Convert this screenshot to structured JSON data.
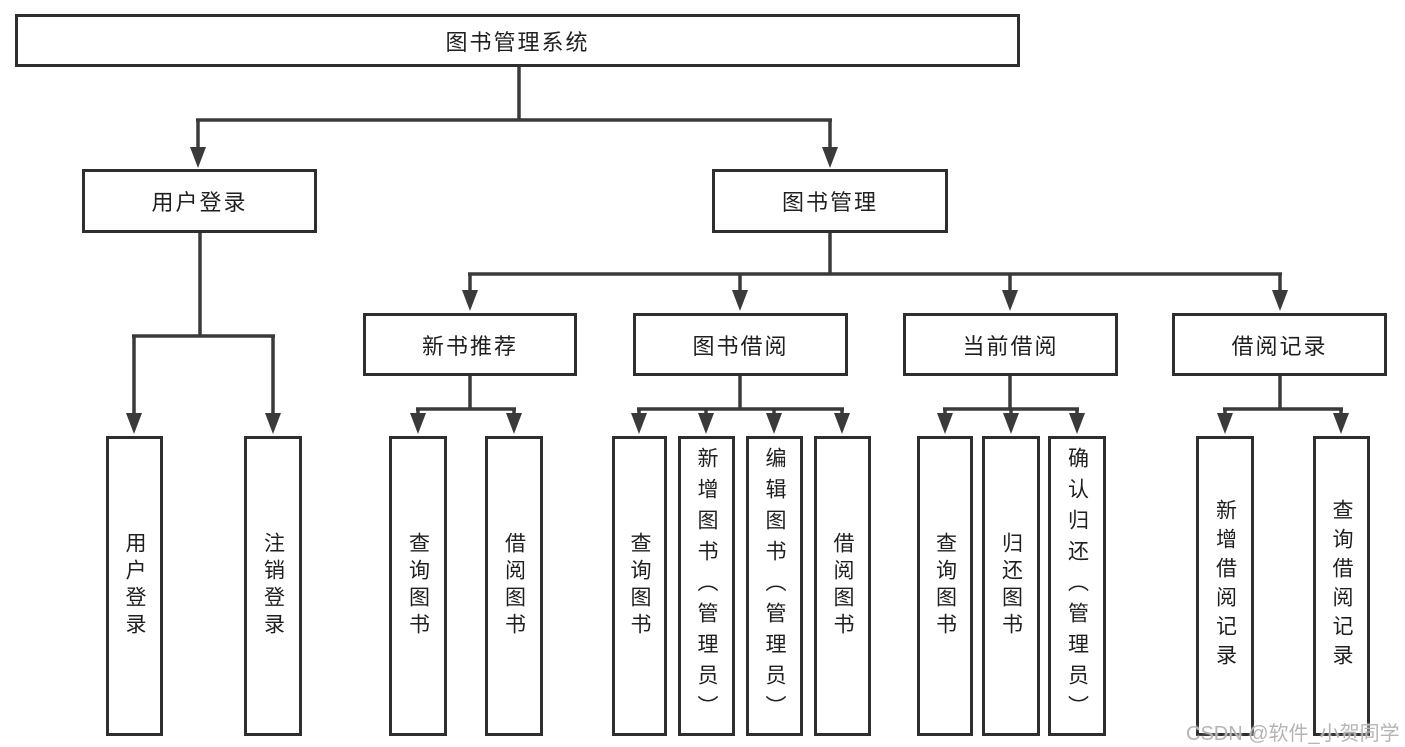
{
  "colors": {
    "background": "#ffffff",
    "box_border": "#2e2e2e",
    "connector_line": "#3a3a3a",
    "text": "#1f1f1f",
    "watermark_text": "#b5b5b5"
  },
  "watermark": {
    "label": "CSDN @软件_小贺同学"
  },
  "tree": {
    "root": {
      "label": "图书管理系统",
      "children": [
        {
          "label": "用户登录",
          "children": [
            {
              "label": "用户登录"
            },
            {
              "label": "注销登录"
            }
          ]
        },
        {
          "label": "图书管理",
          "children": [
            {
              "label": "新书推荐",
              "children": [
                {
                  "label": "查询图书"
                },
                {
                  "label": "借阅图书"
                }
              ]
            },
            {
              "label": "图书借阅",
              "children": [
                {
                  "label": "查询图书"
                },
                {
                  "label": "新增图书（管理员）"
                },
                {
                  "label": "编辑图书（管理员）"
                },
                {
                  "label": "借阅图书"
                }
              ]
            },
            {
              "label": "当前借阅",
              "children": [
                {
                  "label": "查询图书"
                },
                {
                  "label": "归还图书"
                },
                {
                  "label": "确认归还（管理员）"
                }
              ]
            },
            {
              "label": "借阅记录",
              "children": [
                {
                  "label": "新增借阅记录"
                },
                {
                  "label": "查询借阅记录"
                }
              ]
            }
          ]
        }
      ]
    }
  }
}
